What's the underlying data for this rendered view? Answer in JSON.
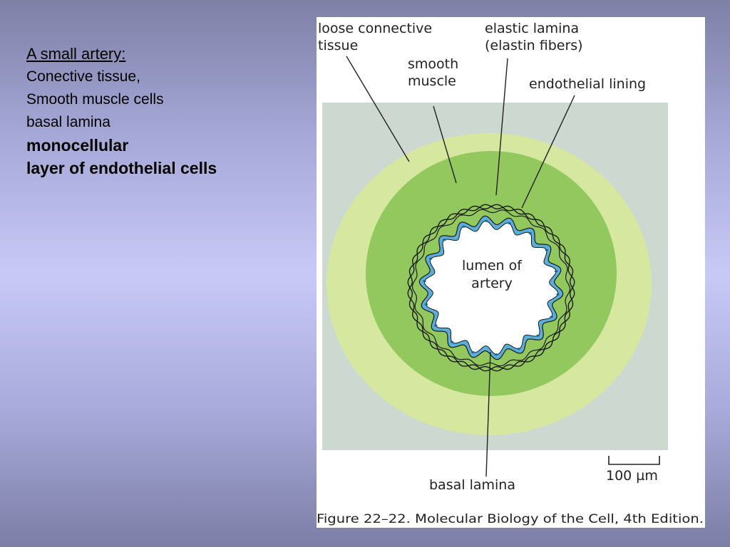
{
  "text": {
    "heading": "A small artery:",
    "line1": "Conective tissue,",
    "line2": "Smooth muscle cells",
    "line3": "basal lamina",
    "bold1": "monocellular",
    "bold2": "layer of endothelial cells"
  },
  "figure": {
    "labels": {
      "loose_connective_1": "loose connective",
      "loose_connective_2": "tissue",
      "smooth_muscle_1": "smooth",
      "smooth_muscle_2": "muscle",
      "elastic_lamina_1": "elastic lamina",
      "elastic_lamina_2": "(elastin fibers)",
      "endothelial_lining": "endothelial lining",
      "lumen_1": "lumen of",
      "lumen_2": "artery",
      "basal_lamina": "basal lamina",
      "scale": "100 µm"
    },
    "caption": "Figure 22–22. Molecular Biology of the Cell, 4th Edition.",
    "colors": {
      "background_box": "#cdd8d0",
      "connective_tissue": "#d6e8a0",
      "smooth_muscle": "#93c85f",
      "endothelium": "#5aaed8",
      "lumen": "#ffffff"
    }
  }
}
